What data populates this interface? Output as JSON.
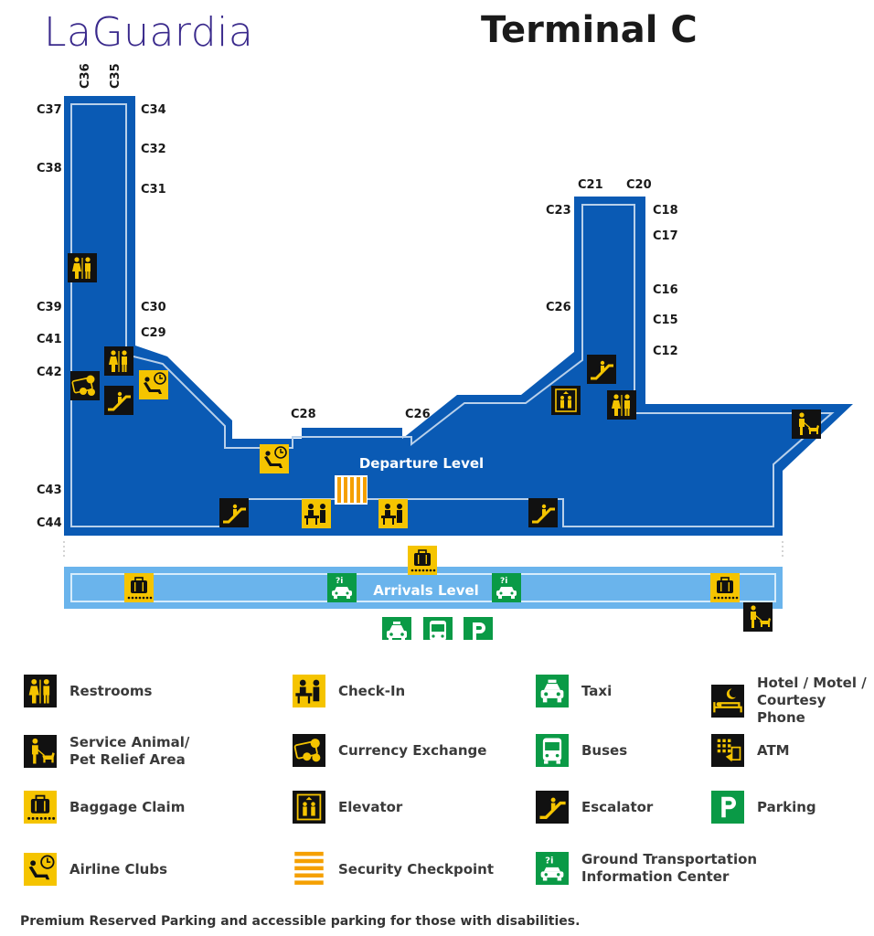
{
  "header": {
    "logo": "LaGuardia",
    "title": "Terminal C"
  },
  "colors": {
    "departure_fill": "#0a5ab4",
    "arrival_fill": "#6ab4ec",
    "service_icon_bg": "#f5c400",
    "transport_icon_bg": "#0a9a46"
  },
  "map": {
    "departure_label": "Departure Level",
    "arrivals_label": "Arrivals Level",
    "gates": {
      "c36": "C36",
      "c35": "C35",
      "c37": "C37",
      "c34": "C34",
      "c32": "C32",
      "c38": "C38",
      "c31": "C31",
      "c39": "C39",
      "c30": "C30",
      "c29": "C29",
      "c41": "C41",
      "c42": "C42",
      "c43": "C43",
      "c44": "C44",
      "c28": "C28",
      "c26a": "C26",
      "c26b": "C26",
      "c21": "C21",
      "c20": "C20",
      "c23": "C23",
      "c18": "C18",
      "c17": "C17",
      "c16": "C16",
      "c15": "C15",
      "c12": "C12"
    }
  },
  "legend": [
    {
      "icon": "restrooms-icon",
      "label": "Restrooms"
    },
    {
      "icon": "check-in-icon",
      "label": "Check-In"
    },
    {
      "icon": "taxi-icon",
      "label": "Taxi"
    },
    {
      "icon": "hotel-phone-icon",
      "label": "Hotel / Motel /\nCourtesy Phone"
    },
    {
      "icon": "service-animal-icon",
      "label": "Service Animal/\nPet Relief Area"
    },
    {
      "icon": "currency-exchange-icon",
      "label": "Currency Exchange"
    },
    {
      "icon": "bus-icon",
      "label": "Buses"
    },
    {
      "icon": "atm-icon",
      "label": "ATM"
    },
    {
      "icon": "baggage-claim-icon",
      "label": "Baggage Claim"
    },
    {
      "icon": "elevator-icon",
      "label": "Elevator"
    },
    {
      "icon": "escalator-icon",
      "label": "Escalator"
    },
    {
      "icon": "parking-icon",
      "label": "Parking"
    },
    {
      "icon": "airline-clubs-icon",
      "label": "Airline Clubs"
    },
    {
      "icon": "security-checkpoint-icon",
      "label": "Security Checkpoint"
    },
    {
      "icon": "ground-transportation-icon",
      "label": "Ground Transportation\nInformation Center"
    }
  ],
  "footnote": "Premium Reserved Parking and accessible parking for those with disabilities."
}
